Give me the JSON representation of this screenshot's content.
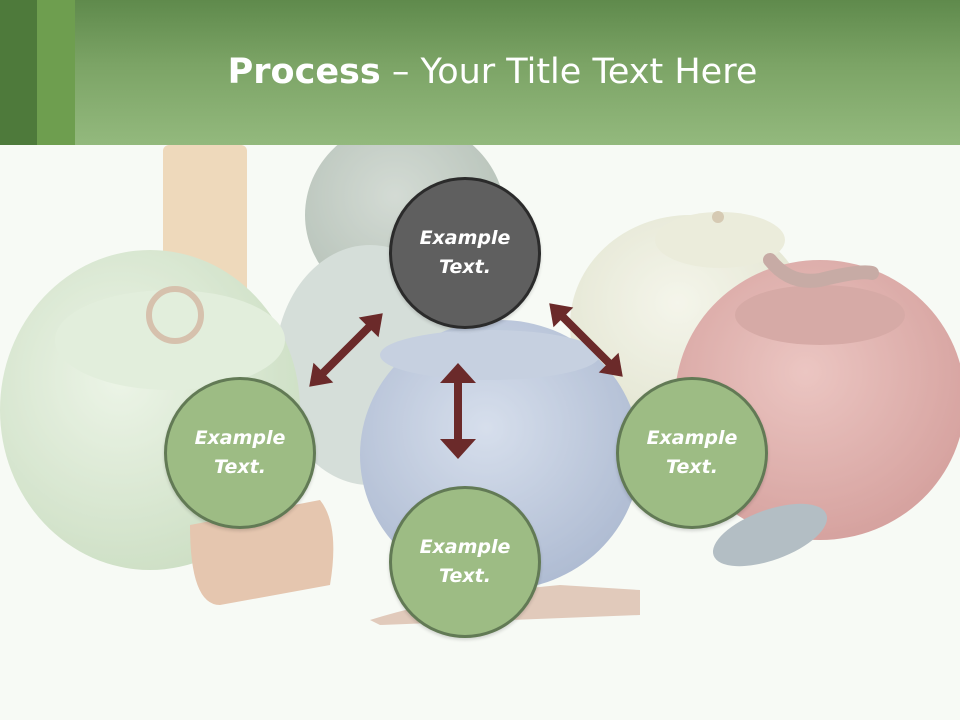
{
  "title": {
    "bold": "Process",
    "rest": " – Your Title Text Here"
  },
  "circles": {
    "top": {
      "line1": "Example",
      "line2": "Text."
    },
    "left": {
      "line1": "Example",
      "line2": "Text."
    },
    "right": {
      "line1": "Example",
      "line2": "Text."
    },
    "bottom": {
      "line1": "Example",
      "line2": "Text."
    }
  },
  "colors": {
    "header": "#7ca466",
    "circle_green": "#9dbc84",
    "circle_dark": "#5f5f5f",
    "arrow": "#6b2a2a"
  },
  "icons": [
    "double-arrow-icon"
  ]
}
